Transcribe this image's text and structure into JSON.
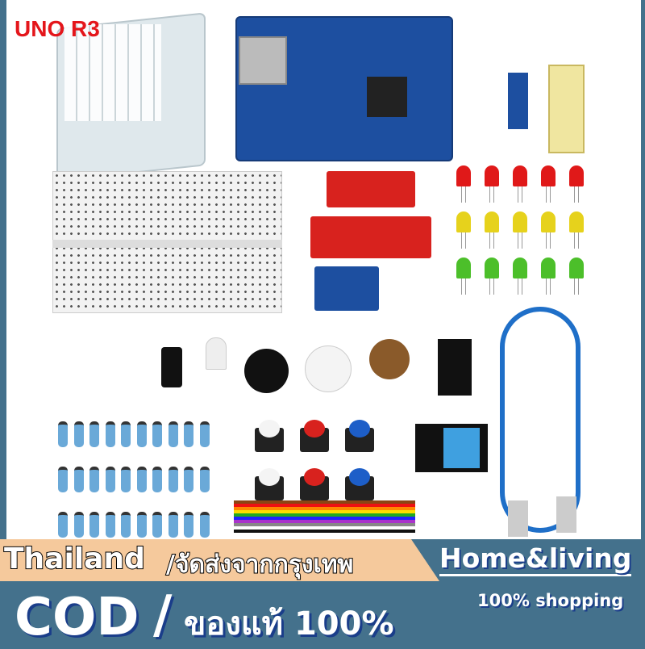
{
  "product_image": {
    "title": "UNO R3",
    "components": [
      "storage-box",
      "arduino-uno-board",
      "soil-moisture-sensor",
      "breadboard",
      "sound-sensor-module",
      "water-level-sensor",
      "ir-sensor-module",
      "leds-red",
      "leds-yellow",
      "leds-green",
      "photoresistors",
      "thermistor",
      "tilt-switch",
      "rgb-led",
      "buzzer",
      "passive-buzzer",
      "potentiometer",
      "7-segment-display",
      "usb-cable",
      "resistors",
      "push-buttons",
      "dht11-sensor",
      "jumper-wires"
    ],
    "led_colors": [
      "#e01919",
      "#e6d21c",
      "#4cbf2a"
    ]
  },
  "banner": {
    "origin": "Thailand",
    "shipping": "/จัดส่งจากกรุงเทพ",
    "store": "Home&living",
    "cod": "COD",
    "slash": "/",
    "genuine": "ของแท้ 100%",
    "shopping": "100% shopping",
    "colors": {
      "background": "#44718c",
      "strip": "#f5c99c",
      "text_shadow": "#1a3d8a"
    }
  }
}
